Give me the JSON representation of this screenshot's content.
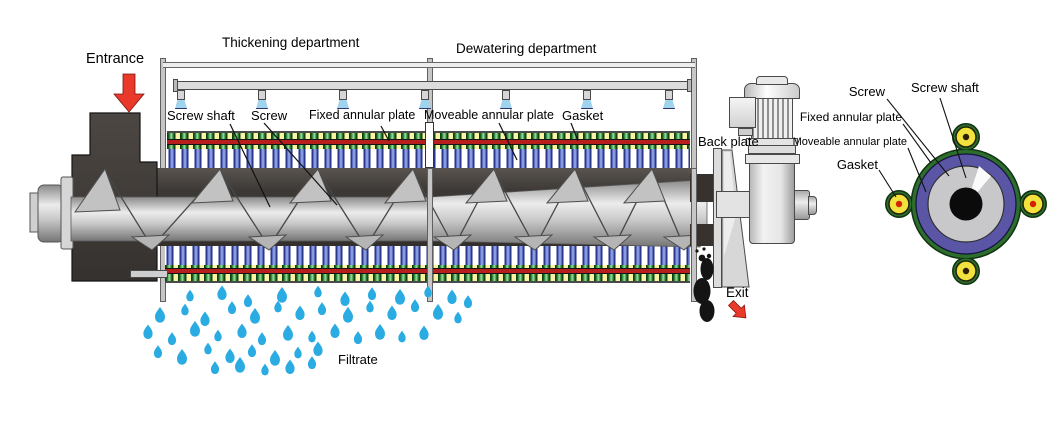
{
  "machine": {
    "entrance": "Entrance",
    "exit": "Exit",
    "filtrate": "Filtrate",
    "back_plate": "Back plate",
    "departments": {
      "thickening": "Thickening department",
      "dewatering": "Dewatering department"
    },
    "part_labels": {
      "screw_shaft": "Screw shaft",
      "screw": "Screw",
      "fixed_annular_plate": "Fixed annular plate",
      "moveable_annular_plate": "Moveable annular plate",
      "gasket": "Gasket"
    }
  },
  "cross_section": {
    "labels": {
      "screw": "Screw",
      "screw_shaft": "Screw shaft",
      "fixed_annular_plate": "Fixed annular plate",
      "moveable_annular_plate": "Moveable annular plate",
      "gasket": "Gasket"
    }
  },
  "colors": {
    "fixed_plate_green": "#2f8d3a",
    "moveable_plate_blue": "#4a5cb5",
    "gasket_red": "#b71f1f",
    "gasket_yellow": "#f2e23e",
    "moveable_ring_purple": "#5b55a5",
    "filtrate_blue": "#2aabe2",
    "arrow_red": "#e8392b",
    "housing_dark": "#3c3835",
    "metal_light": "#d9d9d9"
  }
}
